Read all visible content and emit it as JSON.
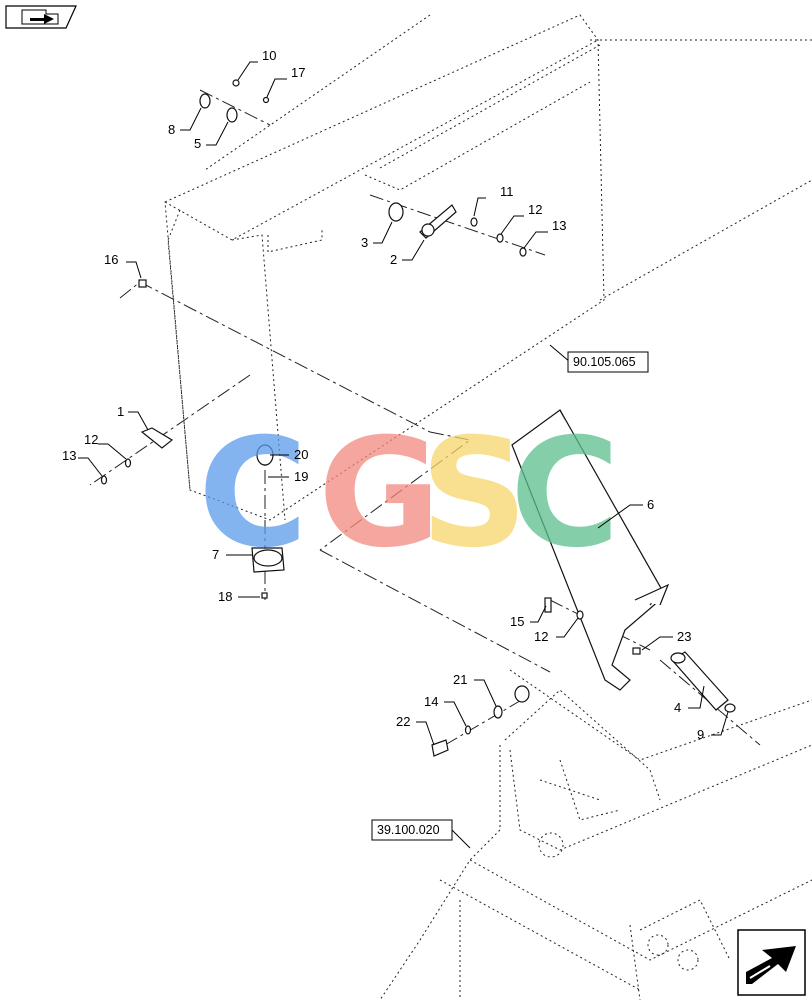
{
  "nav": {
    "prev_icon": "page-back-arrow-icon",
    "next_icon": "page-forward-arrow-icon"
  },
  "references": [
    {
      "id": "ref-90",
      "label": "90.105.065"
    },
    {
      "id": "ref-39",
      "label": "39.100.020"
    }
  ],
  "callouts": [
    {
      "id": "c10",
      "label": "10"
    },
    {
      "id": "c17",
      "label": "17"
    },
    {
      "id": "c8",
      "label": "8"
    },
    {
      "id": "c5",
      "label": "5"
    },
    {
      "id": "c11",
      "label": "11"
    },
    {
      "id": "c12a",
      "label": "12"
    },
    {
      "id": "c13a",
      "label": "13"
    },
    {
      "id": "c3",
      "label": "3"
    },
    {
      "id": "c2",
      "label": "2"
    },
    {
      "id": "c16",
      "label": "16"
    },
    {
      "id": "c1",
      "label": "1"
    },
    {
      "id": "c12b",
      "label": "12"
    },
    {
      "id": "c13b",
      "label": "13"
    },
    {
      "id": "c20",
      "label": "20"
    },
    {
      "id": "c19",
      "label": "19"
    },
    {
      "id": "c7",
      "label": "7"
    },
    {
      "id": "c18",
      "label": "18"
    },
    {
      "id": "c6",
      "label": "6"
    },
    {
      "id": "c15",
      "label": "15"
    },
    {
      "id": "c12c",
      "label": "12"
    },
    {
      "id": "c23",
      "label": "23"
    },
    {
      "id": "c4",
      "label": "4"
    },
    {
      "id": "c9",
      "label": "9"
    },
    {
      "id": "c21",
      "label": "21"
    },
    {
      "id": "c14",
      "label": "14"
    },
    {
      "id": "c22",
      "label": "22"
    }
  ],
  "watermark": {
    "letters": [
      "C",
      "G",
      "S",
      "C"
    ],
    "colors": [
      "#5b9bea",
      "#f28a80",
      "#f7d56b",
      "#5cbf8e"
    ]
  },
  "colors": {
    "line": "#111111",
    "background": "#ffffff"
  }
}
